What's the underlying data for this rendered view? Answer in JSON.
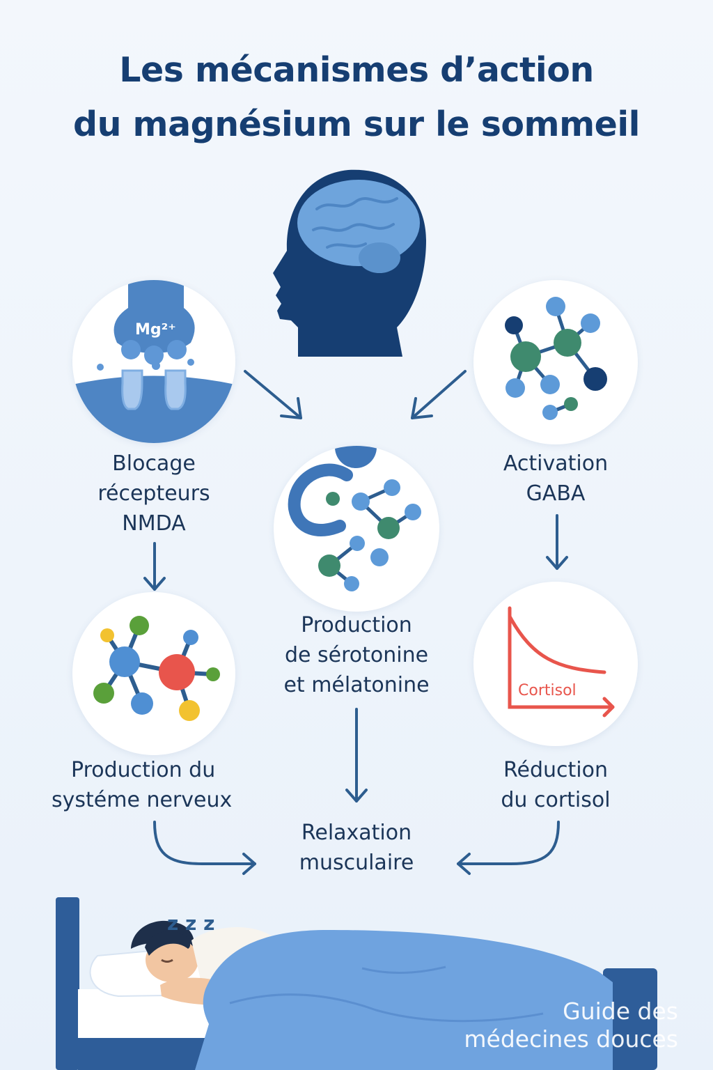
{
  "title": {
    "line1": "Les mécanismes d’action",
    "line2": "du magnésium sur le sommeil"
  },
  "nodes": {
    "nmda": {
      "line1": "Blocage",
      "line2": "récepteurs",
      "line3": "NMDA",
      "icon": "synapse-icon",
      "ion_label": "Mg²⁺"
    },
    "gaba": {
      "line1": "Activation",
      "line2": "GABA",
      "icon": "gaba-molecule-icon"
    },
    "serotonin": {
      "line1": "Production",
      "line2": "de sérotonine",
      "line3": "et mélatonine",
      "icon": "serotonin-melatonin-icon"
    },
    "nervous": {
      "line1": "Production du",
      "line2": "systéme nerveux",
      "icon": "neurotransmitter-molecule-icon"
    },
    "cortisol": {
      "line1": "Réduction",
      "line2": "du cortisol",
      "icon": "cortisol-decline-icon",
      "chart_label": "Cortisol"
    },
    "relax": {
      "line1": "Relaxation",
      "line2": "musculaire"
    }
  },
  "sleeper": {
    "icon": "sleeping-person-icon",
    "zzz": "z z z"
  },
  "watermark": {
    "line1": "Guide des",
    "line2": "médecines douces"
  },
  "colors": {
    "title": "#163e72",
    "arrow": "#2d5d8f",
    "head": "#163e72",
    "brain": "#6ea4dc",
    "cortisol": "#e8554c",
    "blanket": "#6fa3df",
    "bed": "#2e5d99"
  }
}
